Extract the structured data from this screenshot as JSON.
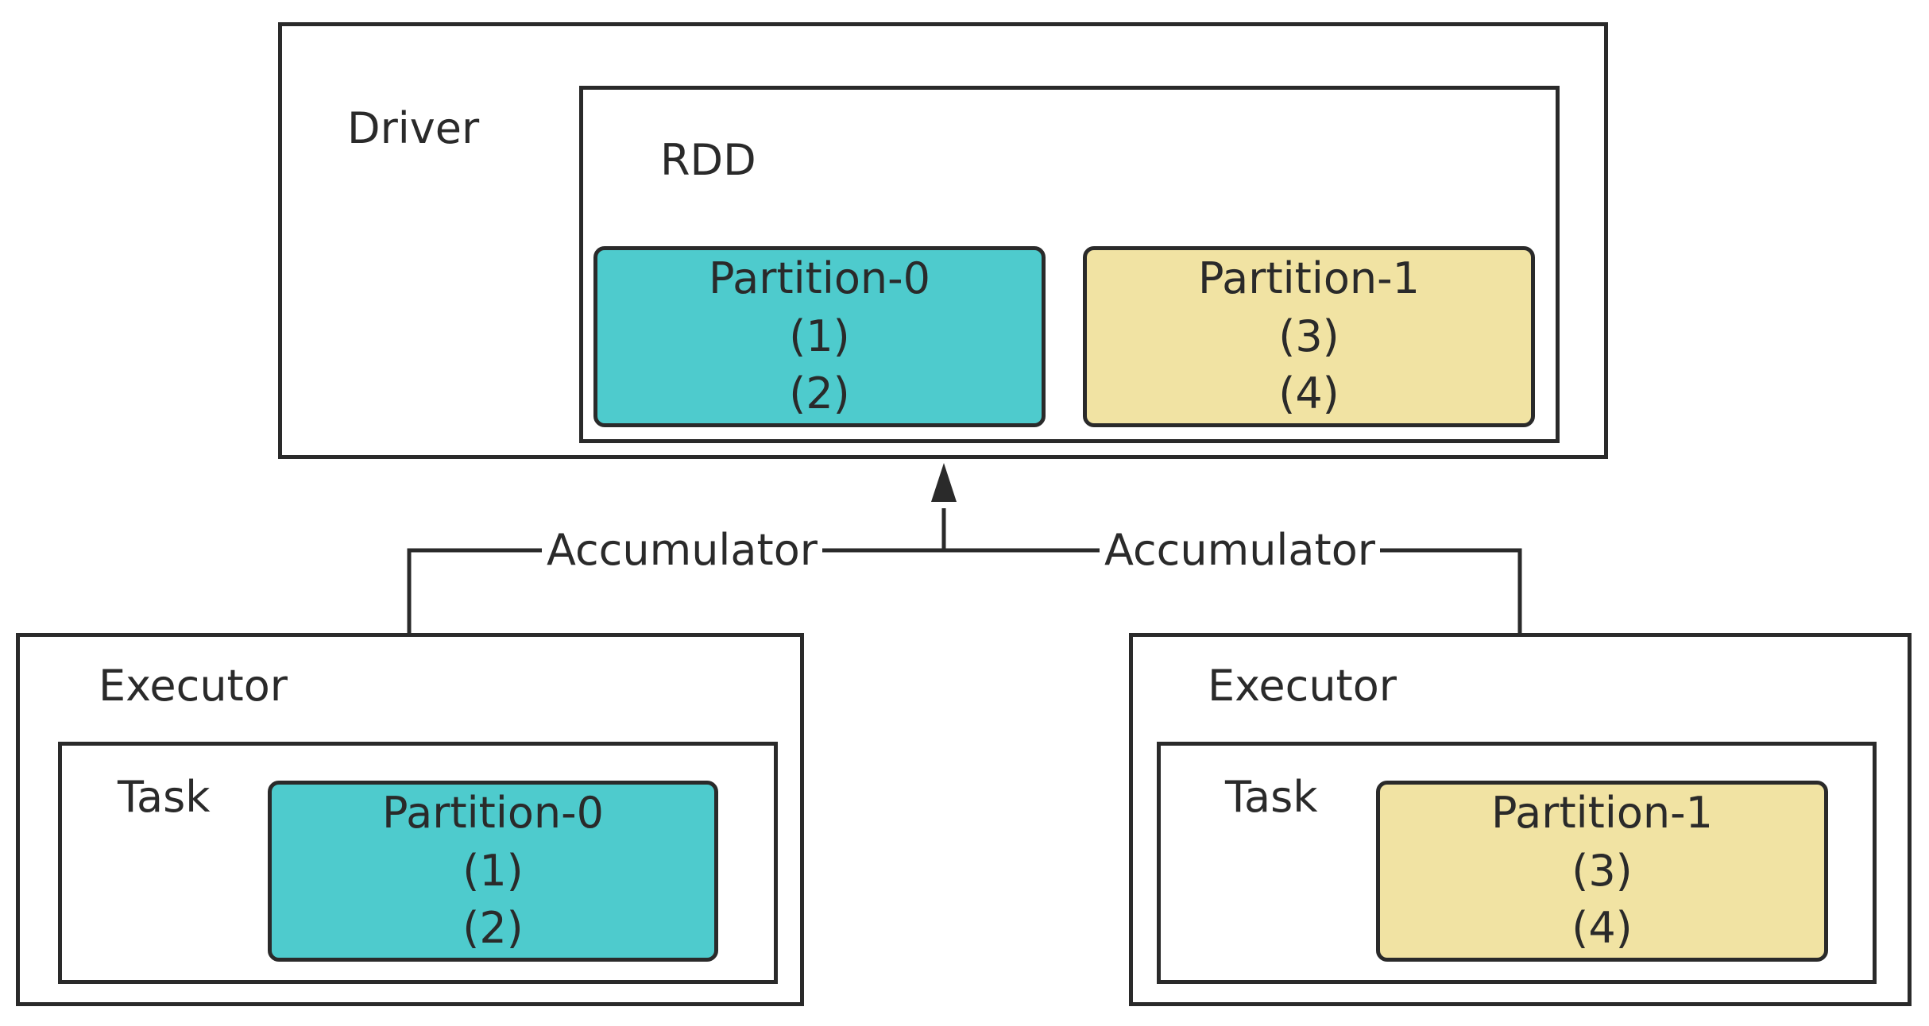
{
  "colors": {
    "partition_0_fill": "#4ecbcd",
    "partition_1_fill": "#f1e3a3",
    "stroke": "#2a2a2a"
  },
  "driver": {
    "label": "Driver",
    "rdd": {
      "label": "RDD",
      "partitions": [
        {
          "name": "Partition-0",
          "items": [
            "(1)",
            "(2)"
          ]
        },
        {
          "name": "Partition-1",
          "items": [
            "(3)",
            "(4)"
          ]
        }
      ]
    }
  },
  "edges": [
    {
      "label": "Accumulator",
      "from": "executor-left",
      "to": "driver"
    },
    {
      "label": "Accumulator",
      "from": "executor-right",
      "to": "driver"
    }
  ],
  "executors": [
    {
      "label": "Executor",
      "task": {
        "label": "Task",
        "partition": {
          "name": "Partition-0",
          "items": [
            "(1)",
            "(2)"
          ]
        }
      }
    },
    {
      "label": "Executor",
      "task": {
        "label": "Task",
        "partition": {
          "name": "Partition-1",
          "items": [
            "(3)",
            "(4)"
          ]
        }
      }
    }
  ]
}
